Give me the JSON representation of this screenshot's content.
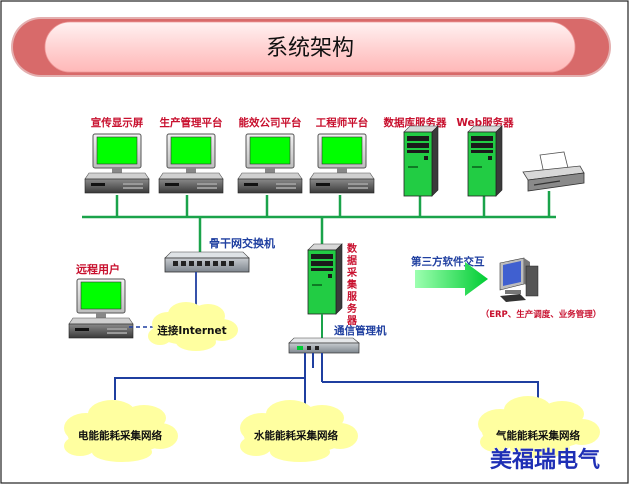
{
  "title": "系统架构",
  "devices": {
    "display_screen": "宣传显示屏",
    "production_mgmt": "生产管理平台",
    "energy_company": "能效公司平台",
    "engineer": "工程师平台",
    "db_server": "数据库服务器",
    "web_server": "Web服务器"
  },
  "network": {
    "backbone_switch": "骨干网交换机",
    "remote_user": "远程用户",
    "internet": "连接Internet",
    "data_server": [
      "数",
      "据",
      "采",
      "集",
      "服",
      "务",
      "器"
    ],
    "comm_manager": "通信管理机",
    "third_party": "第三方软件交互",
    "third_party_note": "（ERP、生产调度、业务管理）"
  },
  "networks": {
    "electric": "电能能耗采集网络",
    "water": "水能能耗采集网络",
    "gas": "气能能耗采集网络"
  },
  "brand": "美福瑞电气",
  "colors": {
    "screen_green": "#00ff00",
    "bus_green": "#1aa34a",
    "label_red": "#c8102e",
    "label_blue": "#1f3fa0",
    "cloud_yellow": "#ffffa0"
  }
}
